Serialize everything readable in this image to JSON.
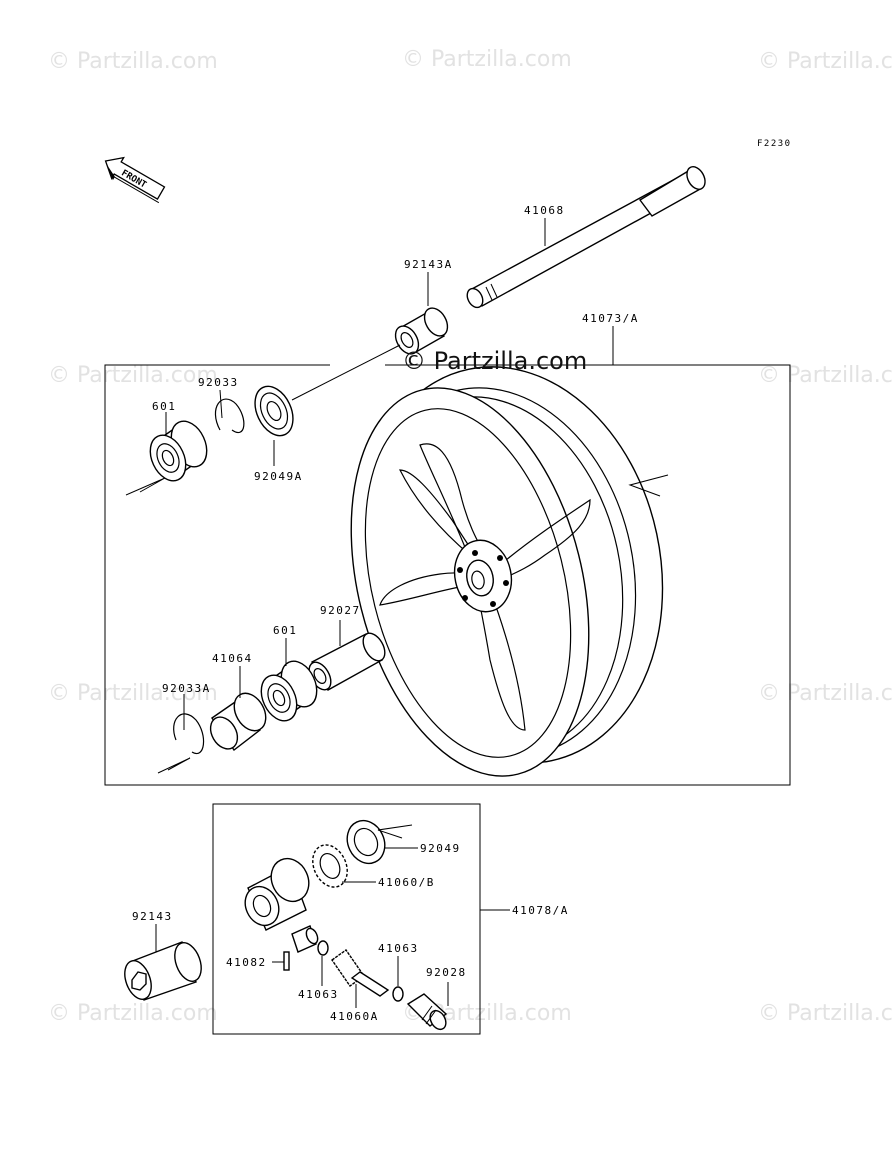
{
  "watermarks": {
    "corner": "© Partzilla.com",
    "center": "© Partzilla.com"
  },
  "figure_code": "F2230",
  "front_arrow_label": "FRONT",
  "part_numbers": {
    "p41068": "41068",
    "p92143A": "92143A",
    "p41073A": "41073/A",
    "p92033": "92033",
    "p601_top": "601",
    "p92049A": "92049A",
    "p92027": "92027",
    "p601_mid": "601",
    "p41064": "41064",
    "p92033A": "92033A",
    "p92049": "92049",
    "p41060B": "41060/B",
    "p41078A": "41078/A",
    "p92143": "92143",
    "p41063_right": "41063",
    "p92028": "92028",
    "p41082": "41082",
    "p41063_left": "41063",
    "p41060A": "41060A"
  }
}
